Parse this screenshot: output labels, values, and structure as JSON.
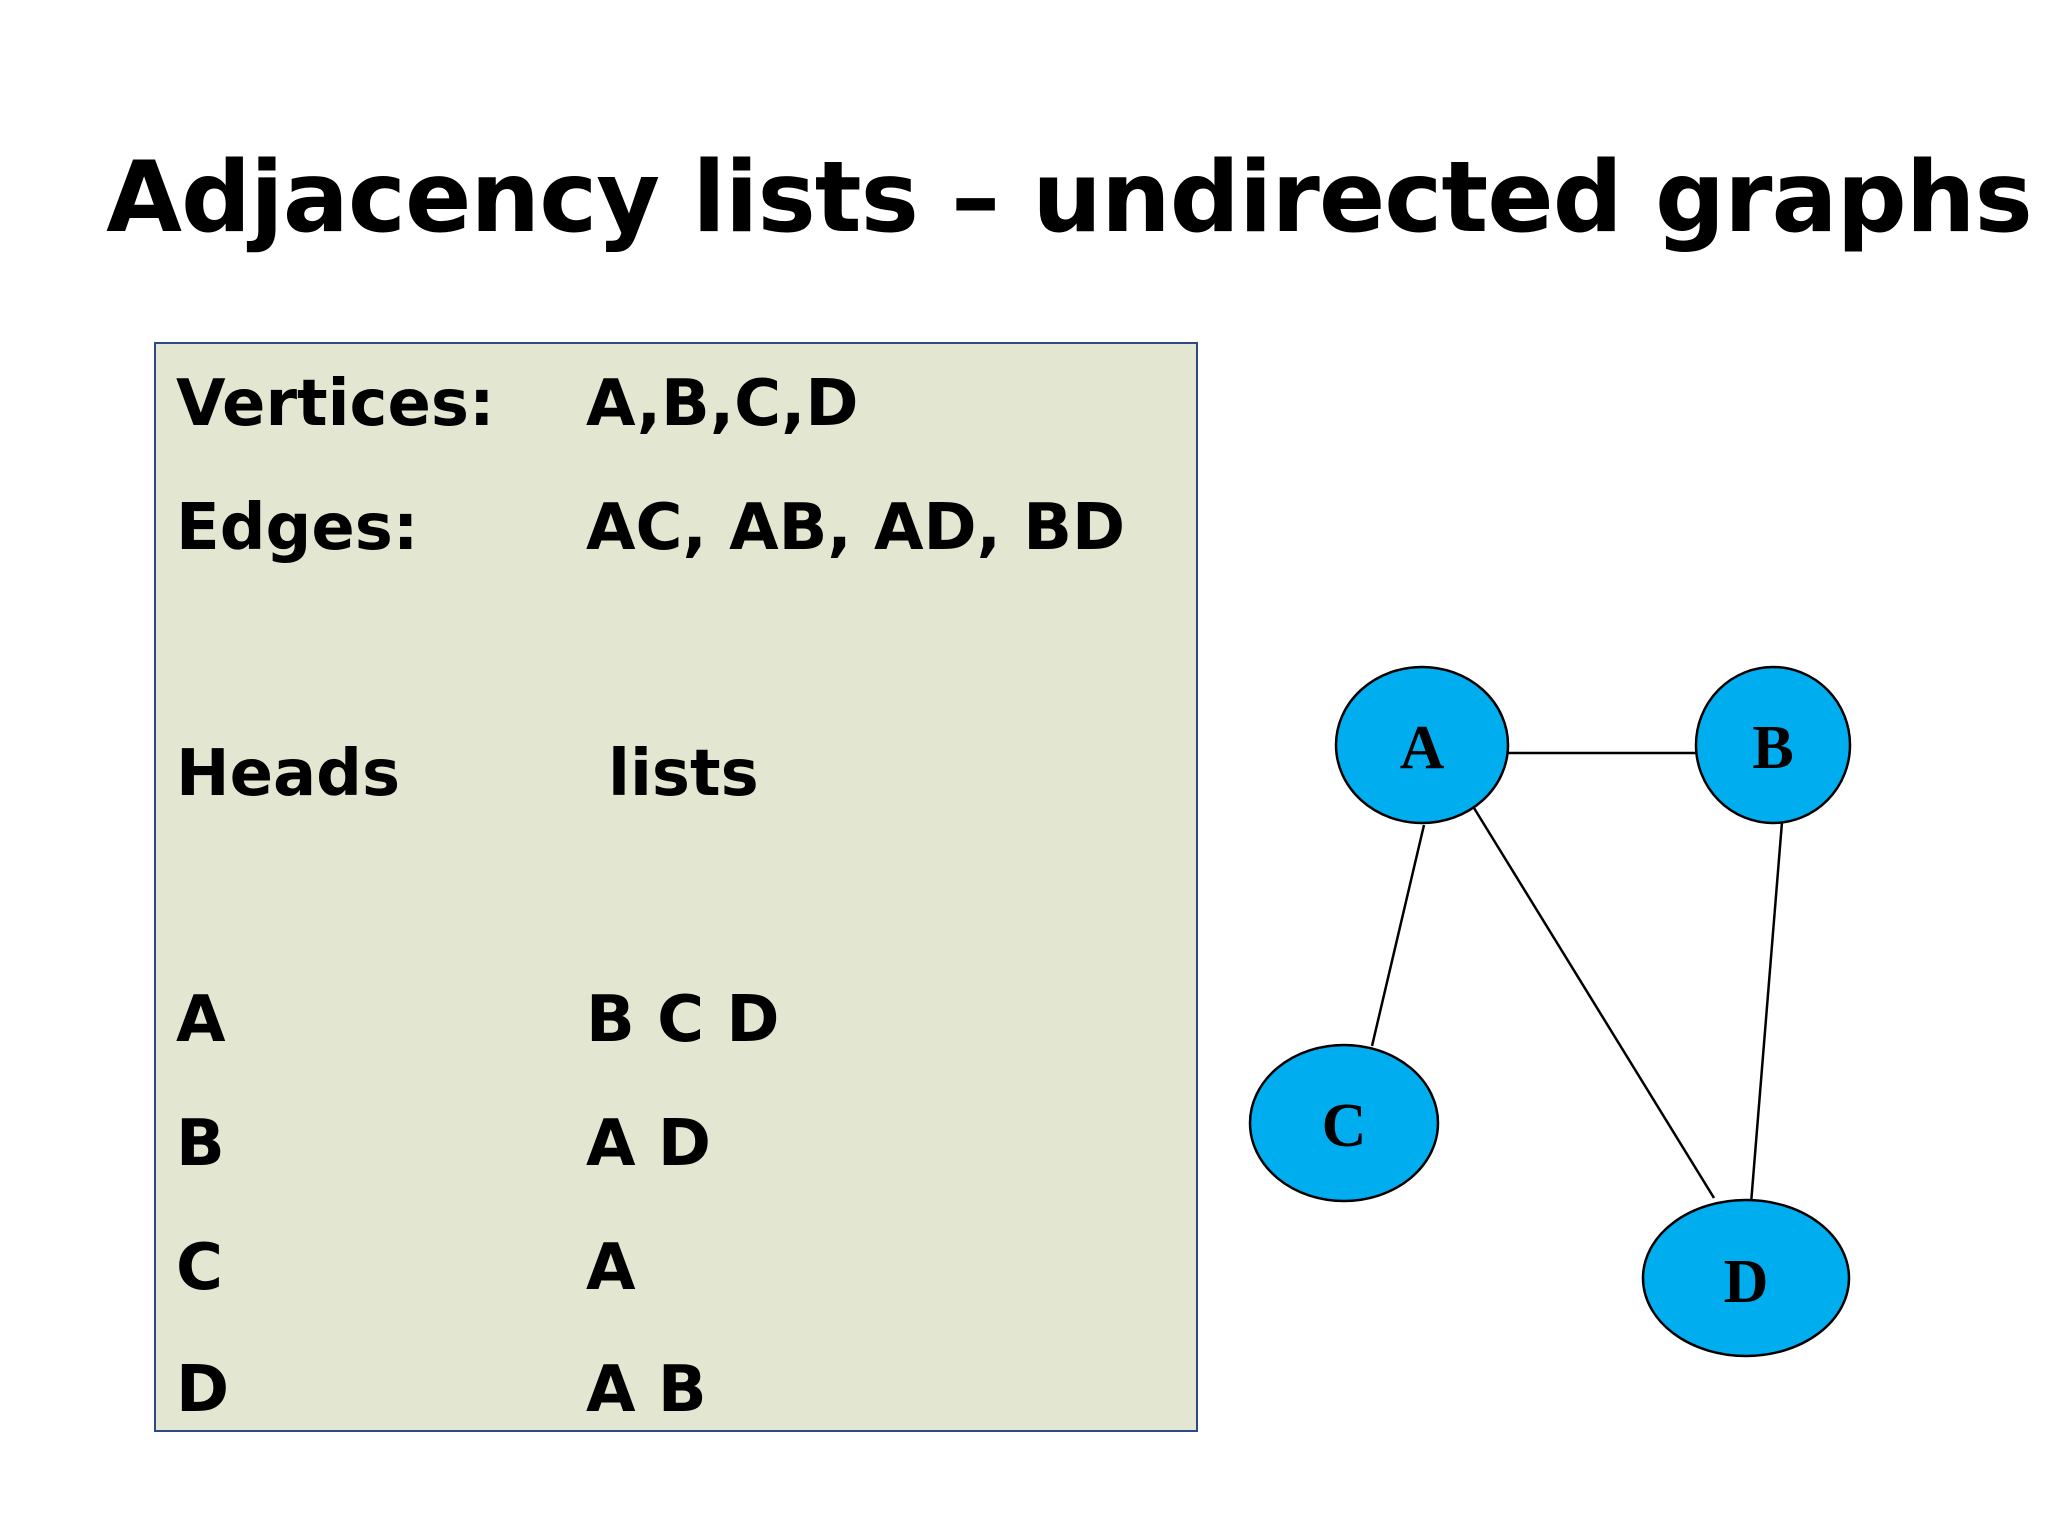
{
  "title": "Adjacency lists – undirected graphs",
  "definition": {
    "vertices_label": "Vertices:",
    "vertices_value": "A,B,C,D",
    "edges_label": "Edges:",
    "edges_value": "AC, AB, AD, BD"
  },
  "table": {
    "header_heads": "Heads",
    "header_lists": "lists",
    "rows": [
      {
        "head": "A",
        "list": "B C D"
      },
      {
        "head": "B",
        "list": "A D"
      },
      {
        "head": "C",
        "list": "A"
      },
      {
        "head": "D",
        "list": "A B"
      }
    ]
  },
  "graph": {
    "node_fill": "#00aeef",
    "node_stroke": "#000000",
    "edge_color": "#000000",
    "nodes": [
      {
        "id": "A",
        "label": "A"
      },
      {
        "id": "B",
        "label": "B"
      },
      {
        "id": "C",
        "label": "C"
      },
      {
        "id": "D",
        "label": "D"
      }
    ],
    "edges": [
      [
        "A",
        "C"
      ],
      [
        "A",
        "B"
      ],
      [
        "A",
        "D"
      ],
      [
        "B",
        "D"
      ]
    ]
  }
}
